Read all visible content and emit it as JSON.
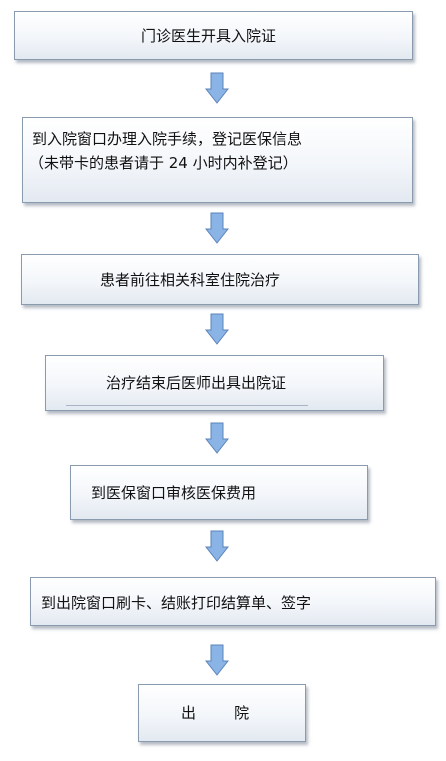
{
  "steps": [
    {
      "line1": "门诊医生开具入院证"
    },
    {
      "line1": "到入院窗口办理入院手续，登记医保信息",
      "line2": "（未带卡的患者请于 24 小时内补登记）"
    },
    {
      "line1": "患者前往相关科室住院治疗"
    },
    {
      "line1": "治疗结束后医师出具出院证"
    },
    {
      "line1": "到医保窗口审核医保费用"
    },
    {
      "line1": "到出院窗口刷卡、结账打印结算单、签字"
    },
    {
      "line1": "出        院"
    }
  ],
  "colors": {
    "arrow_fill": "#8ab4e6",
    "arrow_stroke": "#5b82b8",
    "box_border": "#8a9bb0"
  },
  "icons": [
    "down-arrow-icon"
  ]
}
